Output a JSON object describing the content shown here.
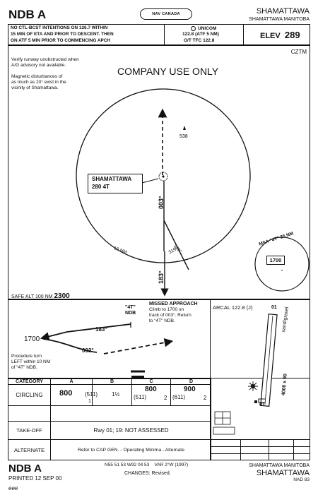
{
  "header": {
    "chart_id": "NDB A",
    "logo_text": "NAV CANADA",
    "location": "SHAMATTAWA",
    "location_full": "SHAMATTAWA MANITOBA"
  },
  "notice": {
    "line1": "NO CTL-BCST INTENTIONS ON 126.7 WITHIN",
    "line2": "15 MIN OF ETA AND PRIOR TO DESCENT. THEN",
    "line3": "ON ATF 5 MIN PRIOR TO COMMENCING APCH"
  },
  "comm": {
    "line1": "UNICOM",
    "line2": "122.8 (ATF 5 NM)",
    "line3": "O/T TFC 122.8"
  },
  "elev": {
    "label": "ELEV",
    "value": "289"
  },
  "ident": "CZTM",
  "plan": {
    "company": "COMPANY USE ONLY",
    "note1_l1": "Verify runway unobstructed when",
    "note1_l2": "A/G advisory not available.",
    "note2_l1": "Magnetic disturbances of",
    "note2_l2": "as much as 20° exist in the",
    "note2_l3": "vicinity of Shamattawa.",
    "obstacle": "538",
    "ndb_name": "SHAMATTAWA",
    "ndb_freq": "280 4T",
    "course_in": "003°",
    "course_out": "183°",
    "radius": "10 NM",
    "radial1": "139°",
    "radial2": "319°",
    "msa_label": "MSA \"4T\" 25 NM",
    "msa_value": "1700",
    "safe_alt_label": "SAFE ALT 100 NM",
    "safe_alt_value": "2300"
  },
  "profile": {
    "fix": "\"4T\"",
    "fix_type": "NDB",
    "alt": "1700",
    "out_course": "183°",
    "in_course": "003°",
    "pt_l1": "Procedure turn",
    "pt_l2": "LEFT within 10 NM",
    "pt_l3": "of \"4T\" NDB.",
    "missed_l1": "MISSED APPROACH",
    "missed_l2": "Climb to 1700 on",
    "missed_l3": "track of 003°. Return",
    "missed_l4": "to \"4T\" NDB."
  },
  "aerodrome": {
    "arcal": "ARCAL 122.8 (J)",
    "rwy_top": "01",
    "rwy_bottom": "01",
    "surface": "sand/gravel",
    "dims": "4000 x 90"
  },
  "minima": {
    "category_label": "CATEGORY",
    "cats": [
      "A",
      "B",
      "C",
      "D"
    ],
    "circling_label": "CIRCLING",
    "ab_mda": "800",
    "ab_haa": "(511)",
    "a_vis": "1",
    "b_vis": "1½",
    "c_mda": "800",
    "c_haa": "(511)",
    "c_vis": "2",
    "d_mda": "900",
    "d_haa": "(611)",
    "d_vis": "2"
  },
  "takeoff": {
    "label": "TAKE-OFF",
    "text": "Rwy 01; 19:  NOT ASSESSED"
  },
  "alternate": {
    "label": "ALTERNATE",
    "text": "Refer to CAP GEN. - Operating Minima - Alternate"
  },
  "footer": {
    "chart_id": "NDB A",
    "printed": "PRINTED 12 SEP 00",
    "coords": "N55 51 53  W92 04 53",
    "var": "VAR 2°W (1997)",
    "changes": "CHANGES: Revised.",
    "location_full": "SHAMATTAWA MANITOBA",
    "location": "SHAMATTAWA",
    "nad": "NAD 83",
    "mark": "eee"
  }
}
